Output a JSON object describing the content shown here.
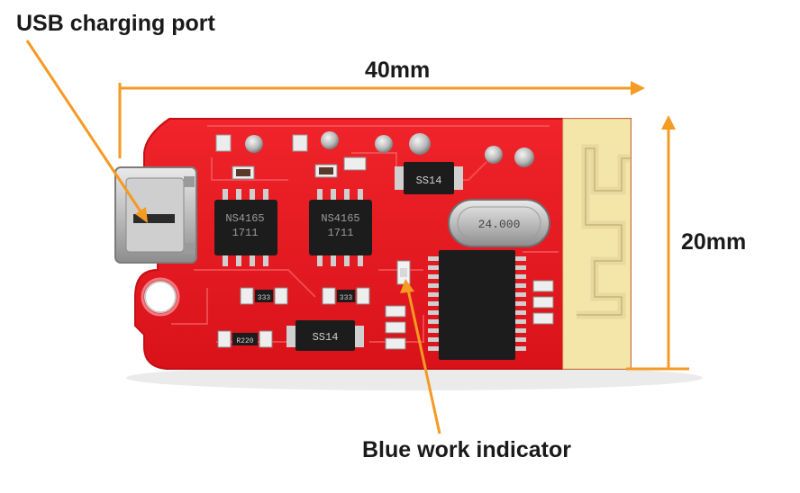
{
  "annotations": {
    "usb_port": "USB charging port",
    "width": "40mm",
    "height": "20mm",
    "indicator": "Blue work indicator"
  },
  "chips": {
    "amp_left": [
      "NS4165",
      "1711"
    ],
    "amp_right": [
      "NS4165",
      "1711"
    ],
    "diode_top": "SS14",
    "diode_bottom": "SS14",
    "crystal": "24.000",
    "resistor_a": "333",
    "resistor_b": "333",
    "resistor_c": "R220"
  },
  "colors": {
    "pcb": "#e8161c",
    "pcb_edge": "#c40f14",
    "antenna_pad": "#f3e6a8",
    "annotation": "#f59a23",
    "chip": "#1c1c1c",
    "label_text": "#1a1a1a"
  }
}
